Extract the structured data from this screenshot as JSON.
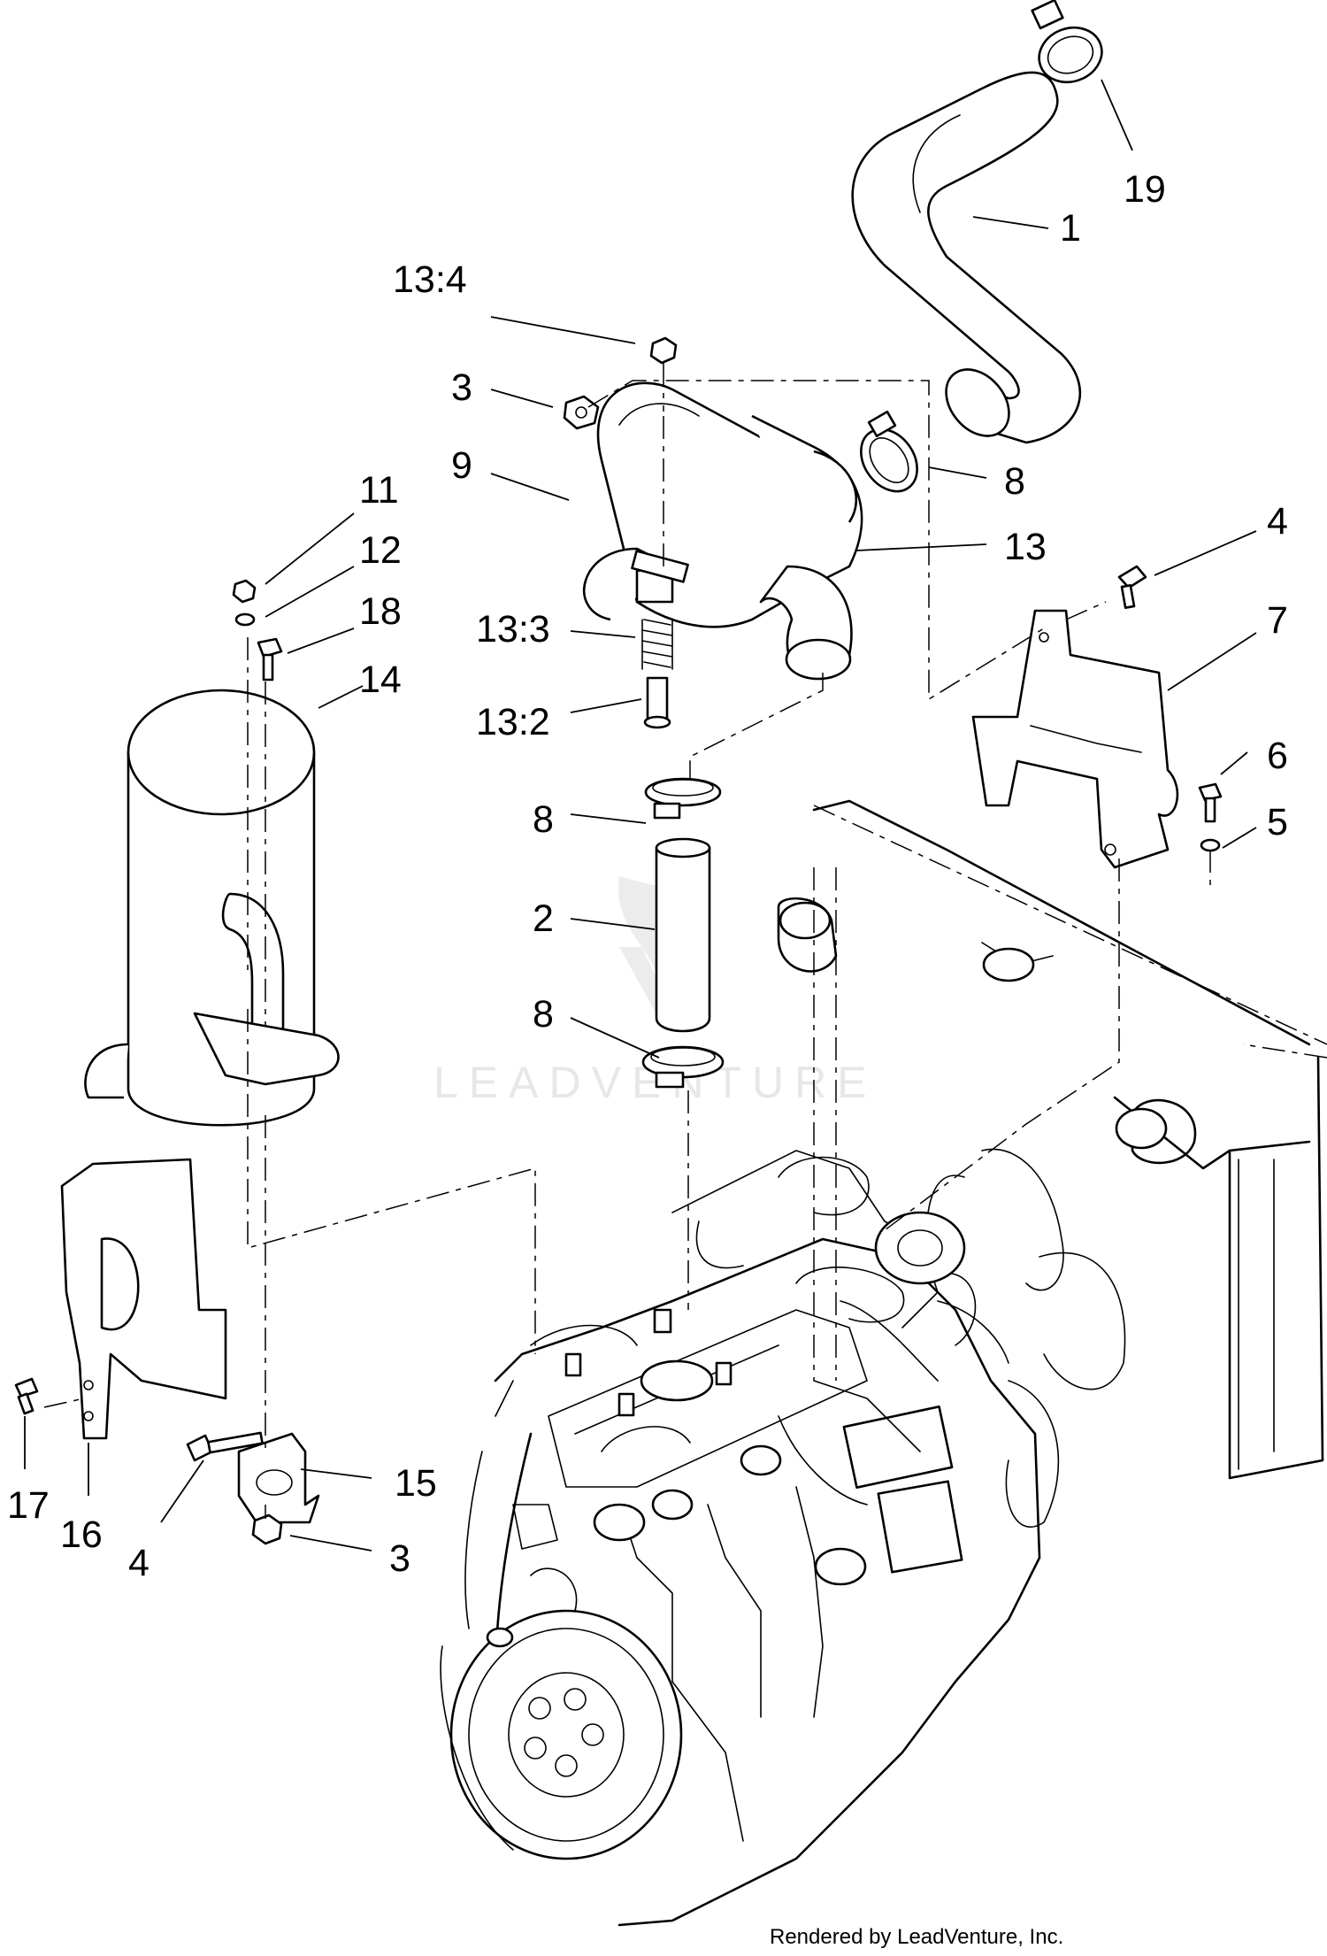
{
  "watermark": "LEADVENTURE",
  "credit": "Rendered by LeadVenture, Inc.",
  "callouts": {
    "c19": "19",
    "c1": "1",
    "c13_4": "13:4",
    "c3_top": "3",
    "c9": "9",
    "c8_top": "8",
    "c13": "13",
    "c4_right": "4",
    "c11": "11",
    "c12": "12",
    "c18": "18",
    "c14": "14",
    "c13_3": "13:3",
    "c7": "7",
    "c13_2": "13:2",
    "c6": "6",
    "c8_mid": "8",
    "c5": "5",
    "c2": "2",
    "c8_low": "8",
    "c15": "15",
    "c17": "17",
    "c16": "16",
    "c4_left": "4",
    "c3_bottom": "3"
  }
}
